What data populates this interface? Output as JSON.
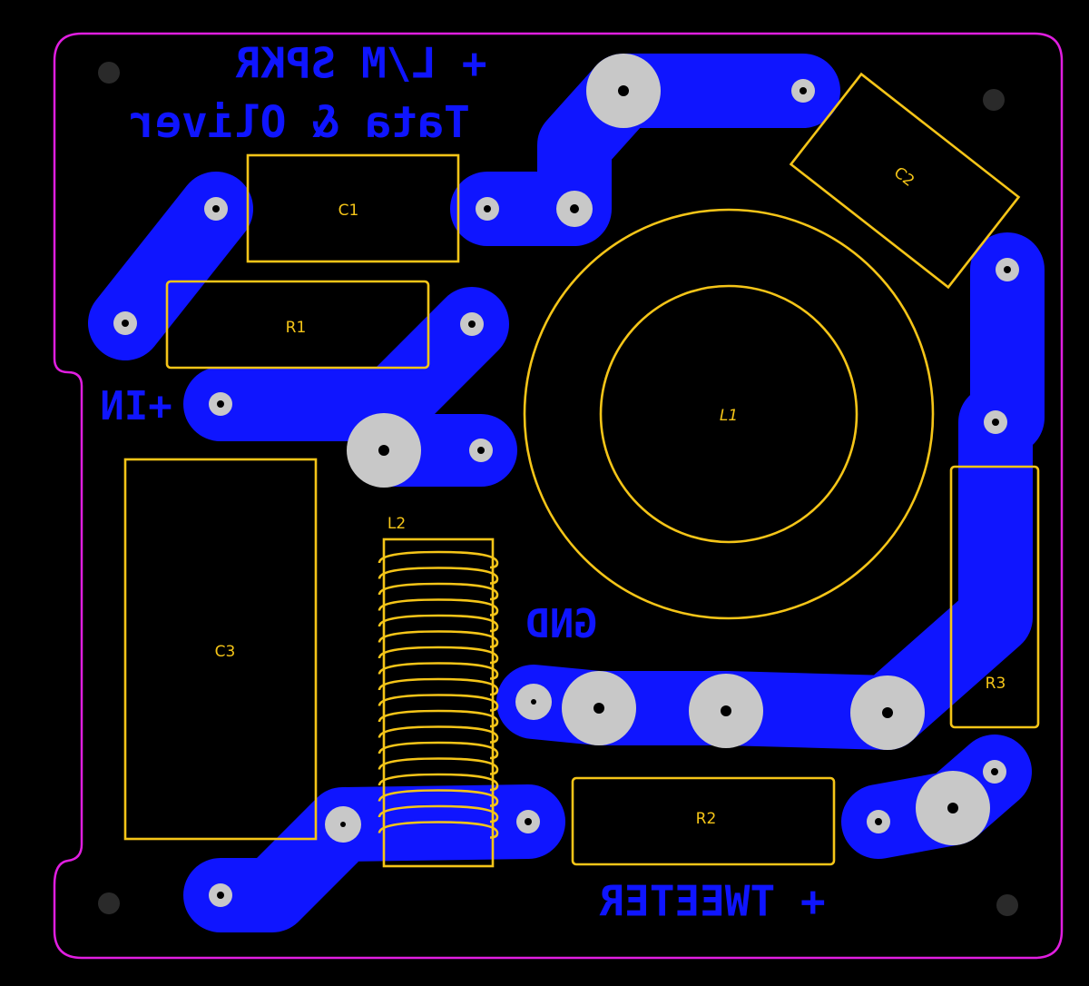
{
  "board": {
    "copper_texts": {
      "title_line1": "+ L/M SPKR",
      "title_line2": "Tata & Oliver",
      "input": "+IN",
      "ground": "GND",
      "tweeter": "+ TWEETER"
    },
    "components": {
      "c1": "C1",
      "c2": "C2",
      "c3": "C3",
      "r1": "R1",
      "r2": "R2",
      "r3": "R3",
      "l1": "L1",
      "l2": "L2"
    },
    "colors": {
      "copper": "#0f15ff",
      "silkscreen": "#f5c518",
      "outline": "#e01ee0",
      "pad": "#c8c8c8",
      "background": "#000000"
    }
  }
}
